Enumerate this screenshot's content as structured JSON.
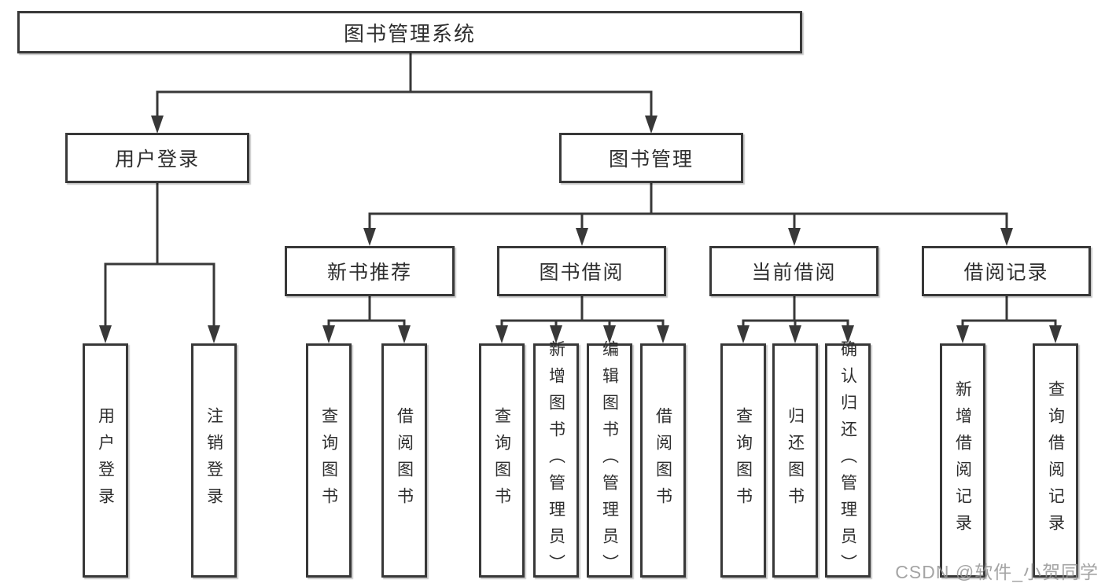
{
  "colors": {
    "line": "#383838",
    "box_border": "#383838",
    "text": "#2e2e2e",
    "watermark": "#949494",
    "background": "#ffffff"
  },
  "watermark": {
    "text": "CSDN @软件_小贺同学"
  },
  "tree": {
    "root": {
      "label": "图书管理系统"
    },
    "branches": [
      {
        "label": "用户登录",
        "children": [
          {
            "label": "用户登录"
          },
          {
            "label": "注销登录"
          }
        ]
      },
      {
        "label": "图书管理",
        "children": [
          {
            "label": "新书推荐",
            "children": [
              {
                "label": "查询图书"
              },
              {
                "label": "借阅图书"
              }
            ]
          },
          {
            "label": "图书借阅",
            "children": [
              {
                "label": "查询图书"
              },
              {
                "label": "新增图书（管理员）"
              },
              {
                "label": "编辑图书（管理员）"
              },
              {
                "label": "借阅图书"
              }
            ]
          },
          {
            "label": "当前借阅",
            "children": [
              {
                "label": "查询图书"
              },
              {
                "label": "归还图书"
              },
              {
                "label": "确认归还（管理员）"
              }
            ]
          },
          {
            "label": "借阅记录",
            "children": [
              {
                "label": "新增借阅记录"
              },
              {
                "label": "查询借阅记录"
              }
            ]
          }
        ]
      }
    ]
  }
}
